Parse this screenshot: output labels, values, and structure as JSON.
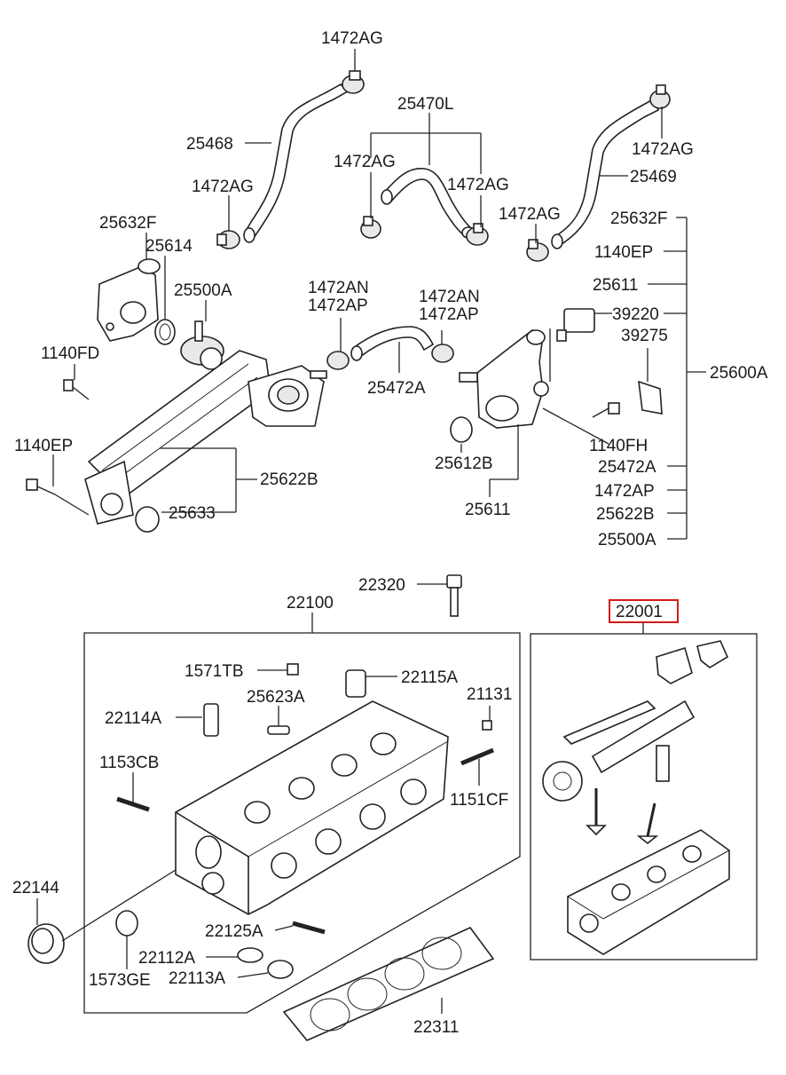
{
  "colors": {
    "line": "#222222",
    "highlight": "#d11a1a",
    "background": "#ffffff"
  },
  "labels": {
    "l_1472ag_a": "1472AG",
    "l_25468": "25468",
    "l_1472ag_b": "1472AG",
    "l_25470l": "25470L",
    "l_1472ag_c": "1472AG",
    "l_1472ag_d": "1472AG",
    "l_1472ag_e": "1472AG",
    "l_25469": "25469",
    "l_1472ag_f": "1472AG",
    "l_25632f_a": "25632F",
    "l_25614": "25614",
    "l_25500a_a": "25500A",
    "l_1472an_a": "1472AN",
    "l_1472ap_a": "1472AP",
    "l_1472an_b": "1472AN",
    "l_1472ap_b": "1472AP",
    "l_1140fd": "1140FD",
    "l_25472a_a": "25472A",
    "l_25632f_b": "25632F",
    "l_1140ep_a": "1140EP",
    "l_25611_a": "25611",
    "l_39220": "39220",
    "l_39275": "39275",
    "l_25600a": "25600A",
    "l_1140ep_b": "1140EP",
    "l_25622b_a": "25622B",
    "l_25633": "25633",
    "l_1140fh": "1140FH",
    "l_25612b": "25612B",
    "l_25611_b": "25611",
    "l_25472a_b": "25472A",
    "l_1472ap_c": "1472AP",
    "l_25622b_b": "25622B",
    "l_25500a_b": "25500A",
    "l_22320": "22320",
    "l_22100": "22100",
    "l_22001": "22001",
    "l_1571tb": "1571TB",
    "l_22115a": "22115A",
    "l_25623a": "25623A",
    "l_21131": "21131",
    "l_22114a": "22114A",
    "l_1153cb": "1153CB",
    "l_1151cf": "1151CF",
    "l_22144": "22144",
    "l_22125a": "22125A",
    "l_22112a": "22112A",
    "l_1573ge": "1573GE",
    "l_22113a": "22113A",
    "l_22311": "22311"
  }
}
